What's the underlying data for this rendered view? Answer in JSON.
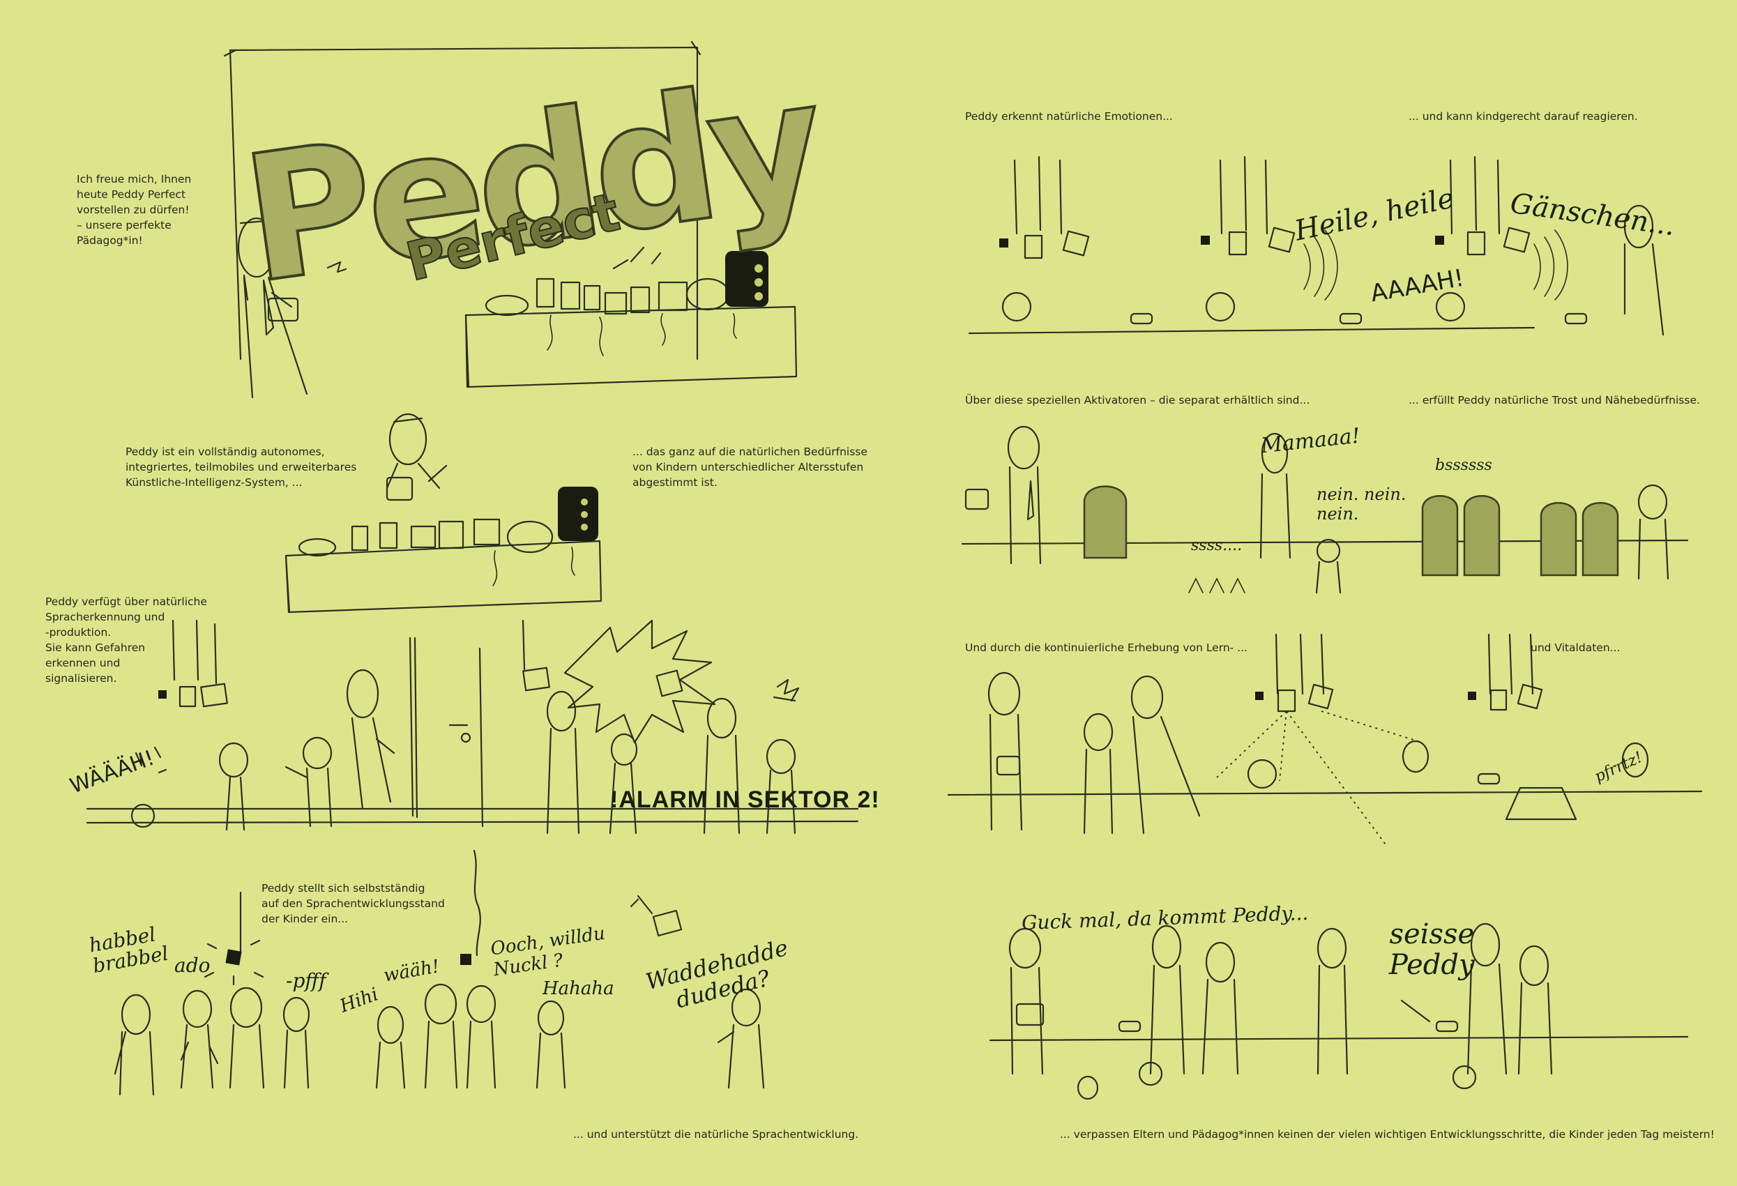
{
  "title": {
    "peddy": "Peddy",
    "perfect": "Perfect"
  },
  "left": {
    "intro": "Ich freue mich, Ihnen\nheute Peddy Perfect\nvorstellen zu dürfen!\n– unsere perfekte\nPädagog*in!",
    "autonomous": "Peddy ist ein vollständig autonomes,\nintegriertes, teilmobiles und erweiterbares\nKünstliche-Intelligenz-System, ...",
    "needs": "... das ganz auf die natürlichen Bedürfnisse\nvon Kindern unterschiedlicher Altersstufen\nabgestimmt ist.",
    "speech": "Peddy verfügt über natürliche\nSpracherkennung und\n-produktion.\nSie kann Gefahren\nerkennen und\nsignalisieren.",
    "alarm": "!ALARM IN SEKTOR 2!",
    "adjust": "Peddy stellt sich selbstständig\nauf den Sprachentwicklungsstand\nder Kinder ein...",
    "support": "... und unterstützt die natürliche Sprachentwicklung.",
    "bubbles": {
      "waaah": "WÄÄÄH!",
      "habbel": "habbel\nbrabbel",
      "ado": "ado",
      "pfff": "-pfff",
      "hihi": "Hihi",
      "waeaeh": "wääh!",
      "ooch": "Ooch, willdu\nNuckl ?",
      "hahaha": "Hahaha",
      "waddehadde": "Waddehadde\ndudeda?"
    }
  },
  "right": {
    "emotions": "Peddy erkennt natürliche Emotionen...",
    "react": "... und kann kindgerecht darauf reagieren.",
    "activators": "Über diese speziellen Aktivatoren – die separat erhältlich sind...",
    "comfort": "... erfüllt Peddy natürliche Trost und Nähebedürfnisse.",
    "learning": "Und durch die kontinuierliche Erhebung von Lern- ...",
    "vital": "und Vitaldaten...",
    "milestones": "... verpassen Eltern und Pädagog*innen keinen der vielen wichtigen Entwicklungsschritte, die Kinder jeden Tag meistern!",
    "bubbles": {
      "heile": "Heile, heile",
      "gaenschen": "Gänschen...",
      "aaaah": "AAAAH!",
      "mamaaa": "Mamaaa!",
      "nein": "nein. nein.\nnein.",
      "ssss": "ssss....",
      "bsssss": "bssssss",
      "pfrrtz": "pfrrtz!",
      "guck": "Guck mal, da kommt Peddy...",
      "seisse": "seisse\nPeddy"
    }
  },
  "colors": {
    "background": "#dce58c",
    "ink": "#2a2f1c",
    "olive": "#9ea65a"
  }
}
